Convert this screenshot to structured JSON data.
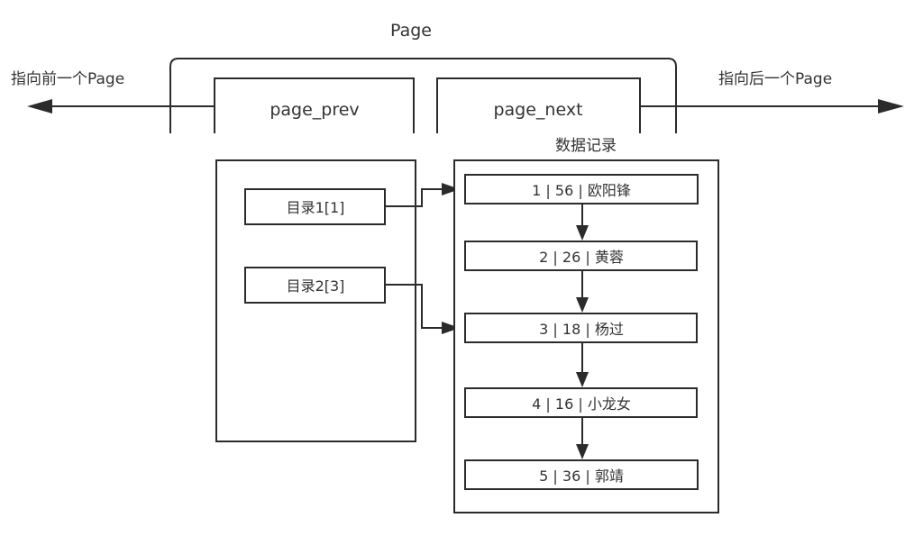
{
  "page": {
    "title": "Page",
    "prev_arrow_label": "指向前一个Page",
    "next_arrow_label": "指向后一个Page",
    "prev_field": "page_prev",
    "next_field": "page_next"
  },
  "data_records": {
    "title": "数据记录",
    "records": [
      "1 | 56 | 欧阳锋",
      "2 | 26 | 黄蓉",
      "3 | 18 | 杨过",
      "4 | 16 | 小龙女",
      "5 | 36 | 郭靖"
    ]
  },
  "directory": {
    "slots": [
      "目录1[1]",
      "目录2[3]"
    ]
  }
}
